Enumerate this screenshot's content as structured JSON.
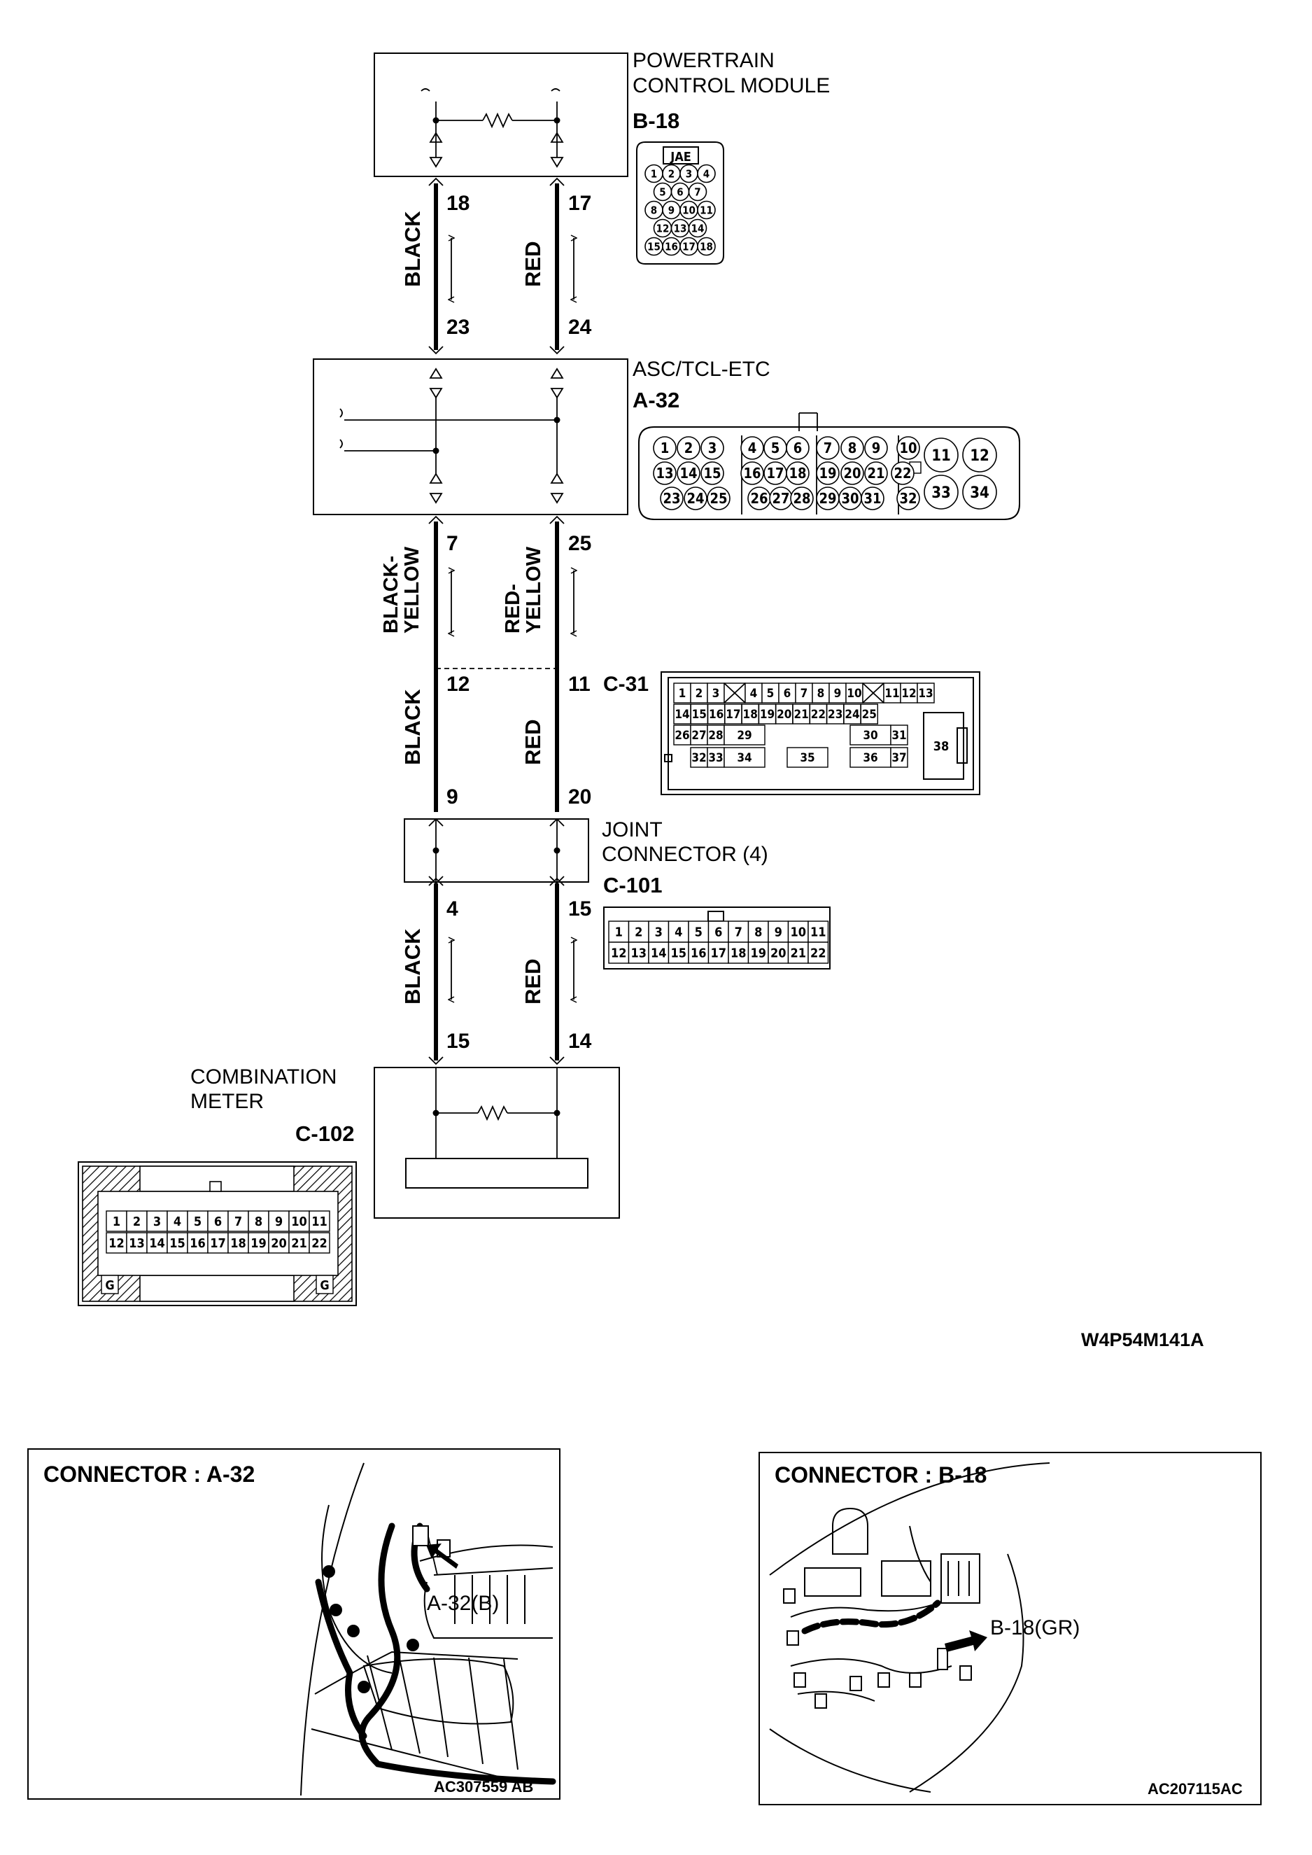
{
  "pcm": {
    "title_line1": "POWERTRAIN",
    "title_line2": "CONTROL MODULE",
    "connector": "B-18",
    "connector_maker": "JAE",
    "pin_rows": [
      [
        "1",
        "2",
        "3",
        "4"
      ],
      [
        "5",
        "6",
        "7"
      ],
      [
        "8",
        "9",
        "10",
        "11"
      ],
      [
        "12",
        "13",
        "14"
      ],
      [
        "15",
        "16",
        "17",
        "18"
      ]
    ]
  },
  "seg1": {
    "left_color": "BLACK",
    "right_color": "RED",
    "left_top_pin": "18",
    "right_top_pin": "17",
    "left_bottom_pin": "23",
    "right_bottom_pin": "24"
  },
  "asc": {
    "title": "ASC/TCL-ETC",
    "connector": "A-32",
    "pin_rows": [
      [
        "1",
        "2",
        "3",
        "4",
        "5",
        "6",
        "7",
        "8",
        "9",
        "10"
      ],
      [
        "13",
        "14",
        "15",
        "16",
        "17",
        "18",
        "19",
        "20",
        "21",
        "22"
      ],
      [
        "23",
        "24",
        "25",
        "26",
        "27",
        "28",
        "29",
        "30",
        "31",
        "32"
      ]
    ],
    "big_pins": [
      "11",
      "12",
      "33",
      "34"
    ]
  },
  "seg2": {
    "left_color_1": "BLACK-",
    "left_color_2": "YELLOW",
    "right_color_1": "RED-",
    "right_color_2": "YELLOW",
    "left_top_pin": "7",
    "right_top_pin": "25"
  },
  "c31": {
    "connector": "C-31",
    "left_pin": "12",
    "right_pin": "11",
    "row1": [
      "1",
      "2",
      "3",
      "",
      "4",
      "5",
      "6",
      "7",
      "8",
      "9",
      "10",
      "",
      "11",
      "12",
      "13"
    ],
    "row2": [
      "14",
      "15",
      "16",
      "17",
      "18",
      "19",
      "20",
      "21",
      "22",
      "23",
      "24",
      "25"
    ],
    "row3_left": [
      "26",
      "27",
      "28",
      "29"
    ],
    "row3_right": [
      "30",
      "31"
    ],
    "row4_left": [
      "32",
      "33",
      "34"
    ],
    "center": "35",
    "row4_right": [
      "36",
      "37"
    ],
    "big": "38"
  },
  "seg3": {
    "left_color": "BLACK",
    "right_color": "RED",
    "left_bottom_pin": "9",
    "right_bottom_pin": "20"
  },
  "joint": {
    "title_line1": "JOINT",
    "title_line2": "CONNECTOR (4)",
    "connector": "C-101",
    "row1": [
      "1",
      "2",
      "3",
      "4",
      "5",
      "6",
      "7",
      "8",
      "9",
      "10",
      "11"
    ],
    "row2": [
      "12",
      "13",
      "14",
      "15",
      "16",
      "17",
      "18",
      "19",
      "20",
      "21",
      "22"
    ]
  },
  "seg4": {
    "left_color": "BLACK",
    "right_color": "RED",
    "left_top_pin": "4",
    "right_top_pin": "15",
    "left_bottom_pin": "15",
    "right_bottom_pin": "14"
  },
  "meter": {
    "title_line1": "COMBINATION",
    "title_line2": "METER",
    "connector": "C-102",
    "row1": [
      "1",
      "2",
      "3",
      "4",
      "5",
      "6",
      "7",
      "8",
      "9",
      "10",
      "11"
    ],
    "row2": [
      "12",
      "13",
      "14",
      "15",
      "16",
      "17",
      "18",
      "19",
      "20",
      "21",
      "22"
    ],
    "ground_label": "G"
  },
  "diagram_code": "W4P54M141A",
  "panel_a": {
    "title": "CONNECTOR : A-32",
    "callout": "A-32(B)",
    "code": "AC307559 AB"
  },
  "panel_b": {
    "title": "CONNECTOR : B-18",
    "callout": "B-18(GR)",
    "code": "AC207115AC"
  }
}
